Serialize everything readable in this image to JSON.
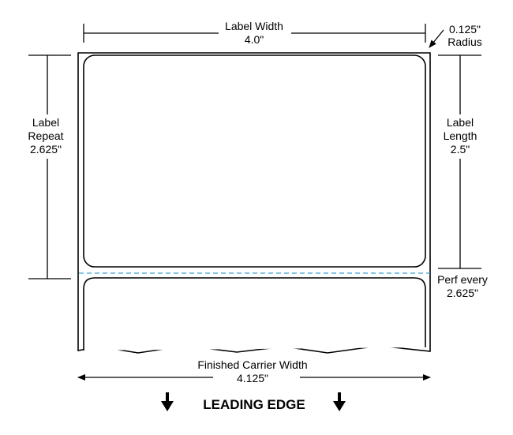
{
  "label_width": {
    "title": "Label Width",
    "value": "4.0\""
  },
  "radius": {
    "value": "0.125\"",
    "title": "Radius"
  },
  "label_repeat": {
    "line1": "Label",
    "line2": "Repeat",
    "value": "2.625\""
  },
  "label_length": {
    "line1": "Label",
    "line2": "Length",
    "value": "2.5\""
  },
  "perf": {
    "title": "Perf every",
    "value": "2.625\""
  },
  "carrier_width": {
    "title": "Finished Carrier Width",
    "value": "4.125\""
  },
  "leading_edge": {
    "text": "LEADING EDGE"
  },
  "colors": {
    "line": "#000000",
    "perforation": "#3aa0d8",
    "background": "#ffffff"
  }
}
